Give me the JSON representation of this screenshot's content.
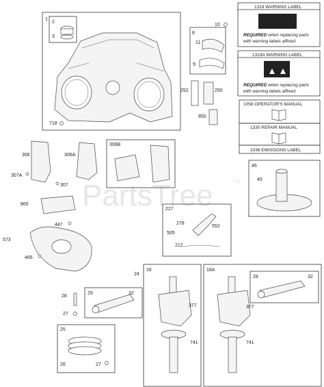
{
  "watermark": {
    "text": "PartsTree",
    "tm": "TM"
  },
  "labels": {
    "warning_1319": {
      "title": "1319 WARNING LABEL",
      "bold": "REQUIRED",
      "rest1": " when replacing parts",
      "rest2": "with warning labels affixed."
    },
    "warning_1319a": {
      "title": "1319A WARNING LABEL",
      "bold": "REQUIRED",
      "rest1": " when replacing parts",
      "rest2": "with warning labels affixed."
    },
    "manual_1058": "1058 OPERATOR'S MANUAL",
    "manual_1330": "1330 REPAIR MANUAL",
    "label_1036": "1036 EMISSIONS LABEL"
  },
  "callouts": {
    "p1": "1",
    "p2": "2",
    "p3": "3",
    "p718": "718",
    "p8": "8",
    "p10": "10",
    "p11": "11",
    "p9": "9",
    "p252": "252",
    "p250": "250",
    "p850": "850",
    "p306": "306",
    "p306a": "306A",
    "p306b": "306B",
    "p307a": "307A",
    "p307": "307",
    "p865": "865",
    "p447": "447",
    "p573": "573",
    "p465": "465",
    "p46": "46",
    "p45": "45",
    "p227": "227",
    "p278": "278",
    "p505": "505",
    "p552": "552",
    "p212": "212",
    "p24": "24",
    "p16": "16",
    "p16a": "16A",
    "p29a": "29",
    "p32a": "32",
    "p28": "28",
    "p27a": "27",
    "p25": "25",
    "p26": "26",
    "p27b": "27",
    "p377a": "377",
    "p741a": "741",
    "p29b": "29",
    "p32b": "32",
    "p377b": "377",
    "p741b": "741"
  }
}
